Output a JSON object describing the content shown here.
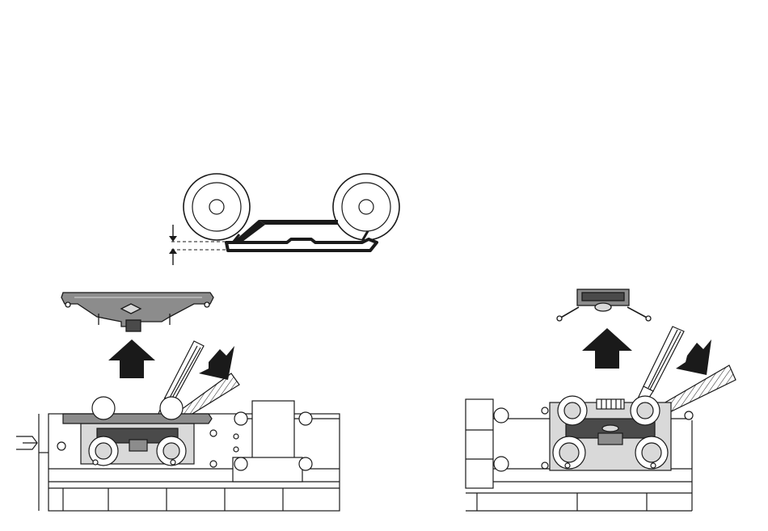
{
  "diagram": {
    "panels": [
      {
        "id": "detail",
        "part": "contact-strip-with-wheelsets"
      },
      {
        "id": "left",
        "part": "truck-sideframe-with-pickup",
        "action": "lift-up"
      },
      {
        "id": "right",
        "part": "pickup-clip",
        "action": "lift-up"
      }
    ],
    "icons": [
      "up-arrow-icon",
      "diagonal-arrow-icon",
      "screwdriver-icon",
      "gap-indicator-icon"
    ],
    "colors": {
      "ink": "#1a1a1a",
      "part_fill": "#8c8c8c",
      "part_dark": "#4a4a4a",
      "light_fill": "#d9d9d9",
      "background": "#ffffff"
    }
  }
}
